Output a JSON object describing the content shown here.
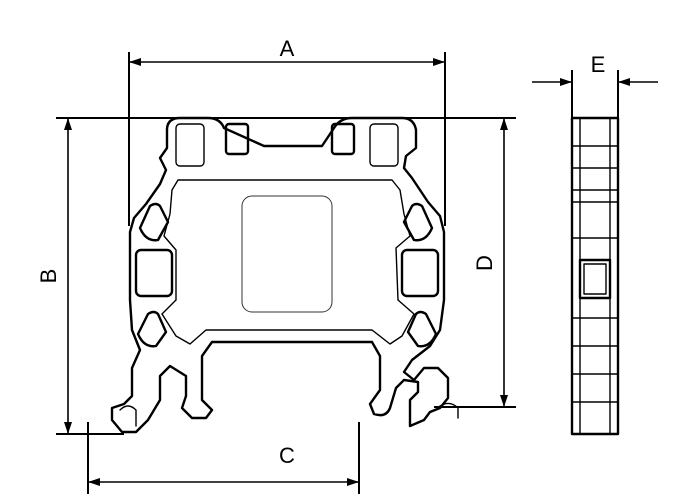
{
  "dimensions": {
    "a": "A",
    "b": "B",
    "c": "C",
    "d": "D",
    "e": "E"
  },
  "colors": {
    "line": "#000000",
    "background": "#ffffff"
  }
}
